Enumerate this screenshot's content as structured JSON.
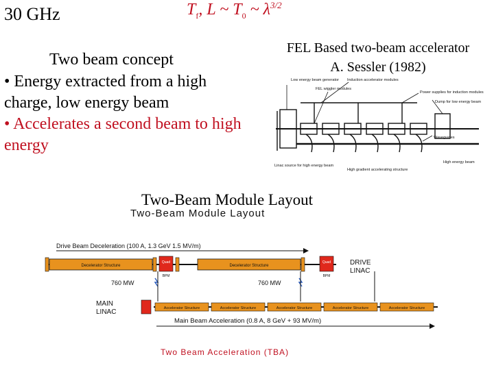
{
  "slide": {
    "title": "30 GHz",
    "formula": {
      "t": "T",
      "f": "f",
      "mid": ", L ~ T",
      "zero": "0",
      "tail": " ~ λ",
      "exp": "3/2"
    }
  },
  "left_panel": {
    "heading": "Two beam concept",
    "bullet1": "• Energy extracted from a high charge, low energy beam",
    "bullet2": "• Accelerates a second beam to high energy"
  },
  "fel_panel": {
    "title_line1": "FEL Based two-beam accelerator",
    "title_line2": "A. Sessler (1982)",
    "labels": {
      "low_energy_beam_generator": "Low energy beam generator",
      "induction_modules": "Induction accelerator modules",
      "fel_wiggler_modules": "FEL wiggler modules",
      "power_supplies": "Power supplies for induction modules",
      "dump": "Dump for low energy beam",
      "waveguides": "Waveguides",
      "linac_source": "Linac source for high energy beam",
      "high_gradient_structure": "High gradient accelerating structure",
      "high_energy_beam": "High energy beam"
    }
  },
  "module_layout": {
    "caption": "Two-Beam Module Layout",
    "figure_title": "Two-Beam Module Layout",
    "drive_header": "Drive Beam Deceleration  (100 A, 1.3 GeV  1.5 MV/m)",
    "decel_label_1": "Decelerator Structure",
    "decel_label_2": "Decelerator Structure",
    "quad_label": "Quad",
    "bpm_label": "BPM",
    "power_1": "760 MW",
    "power_2": "760 MW",
    "drive_linac_1": "DRIVE",
    "drive_linac_2": "LINAC",
    "main_linac_1": "MAIN",
    "main_linac_2": "LINAC",
    "accel_labels": [
      "Accelerator Structure",
      "Accelerator Structure",
      "Accelerator Structure",
      "Accelerator Structure",
      "Accelerator Structure"
    ],
    "main_footer": "Main   Beam Acceleration  (0.8 A, 8 GeV + 93 MV/m)",
    "bottom_title": "Two  Beam  Acceleration (TBA)",
    "colors": {
      "structure": "#e8921e",
      "quad": "#e0281c",
      "accent_red": "#c01020",
      "blue": "#3060c0"
    }
  }
}
